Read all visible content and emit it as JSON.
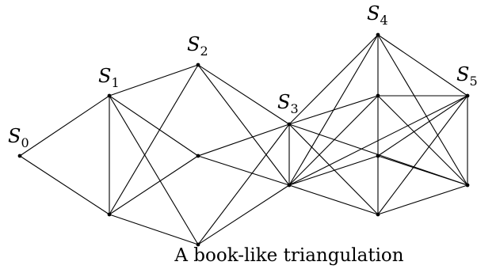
{
  "diagram": {
    "caption": "A book-like triangulation",
    "labels": {
      "s0": {
        "main": "S",
        "sub": "0"
      },
      "s1": {
        "main": "S",
        "sub": "1"
      },
      "s2": {
        "main": "S",
        "sub": "2"
      },
      "s3": {
        "main": "S",
        "sub": "3"
      },
      "s4": {
        "main": "S",
        "sub": "4"
      },
      "s5": {
        "main": "S",
        "sub": "5"
      }
    }
  }
}
